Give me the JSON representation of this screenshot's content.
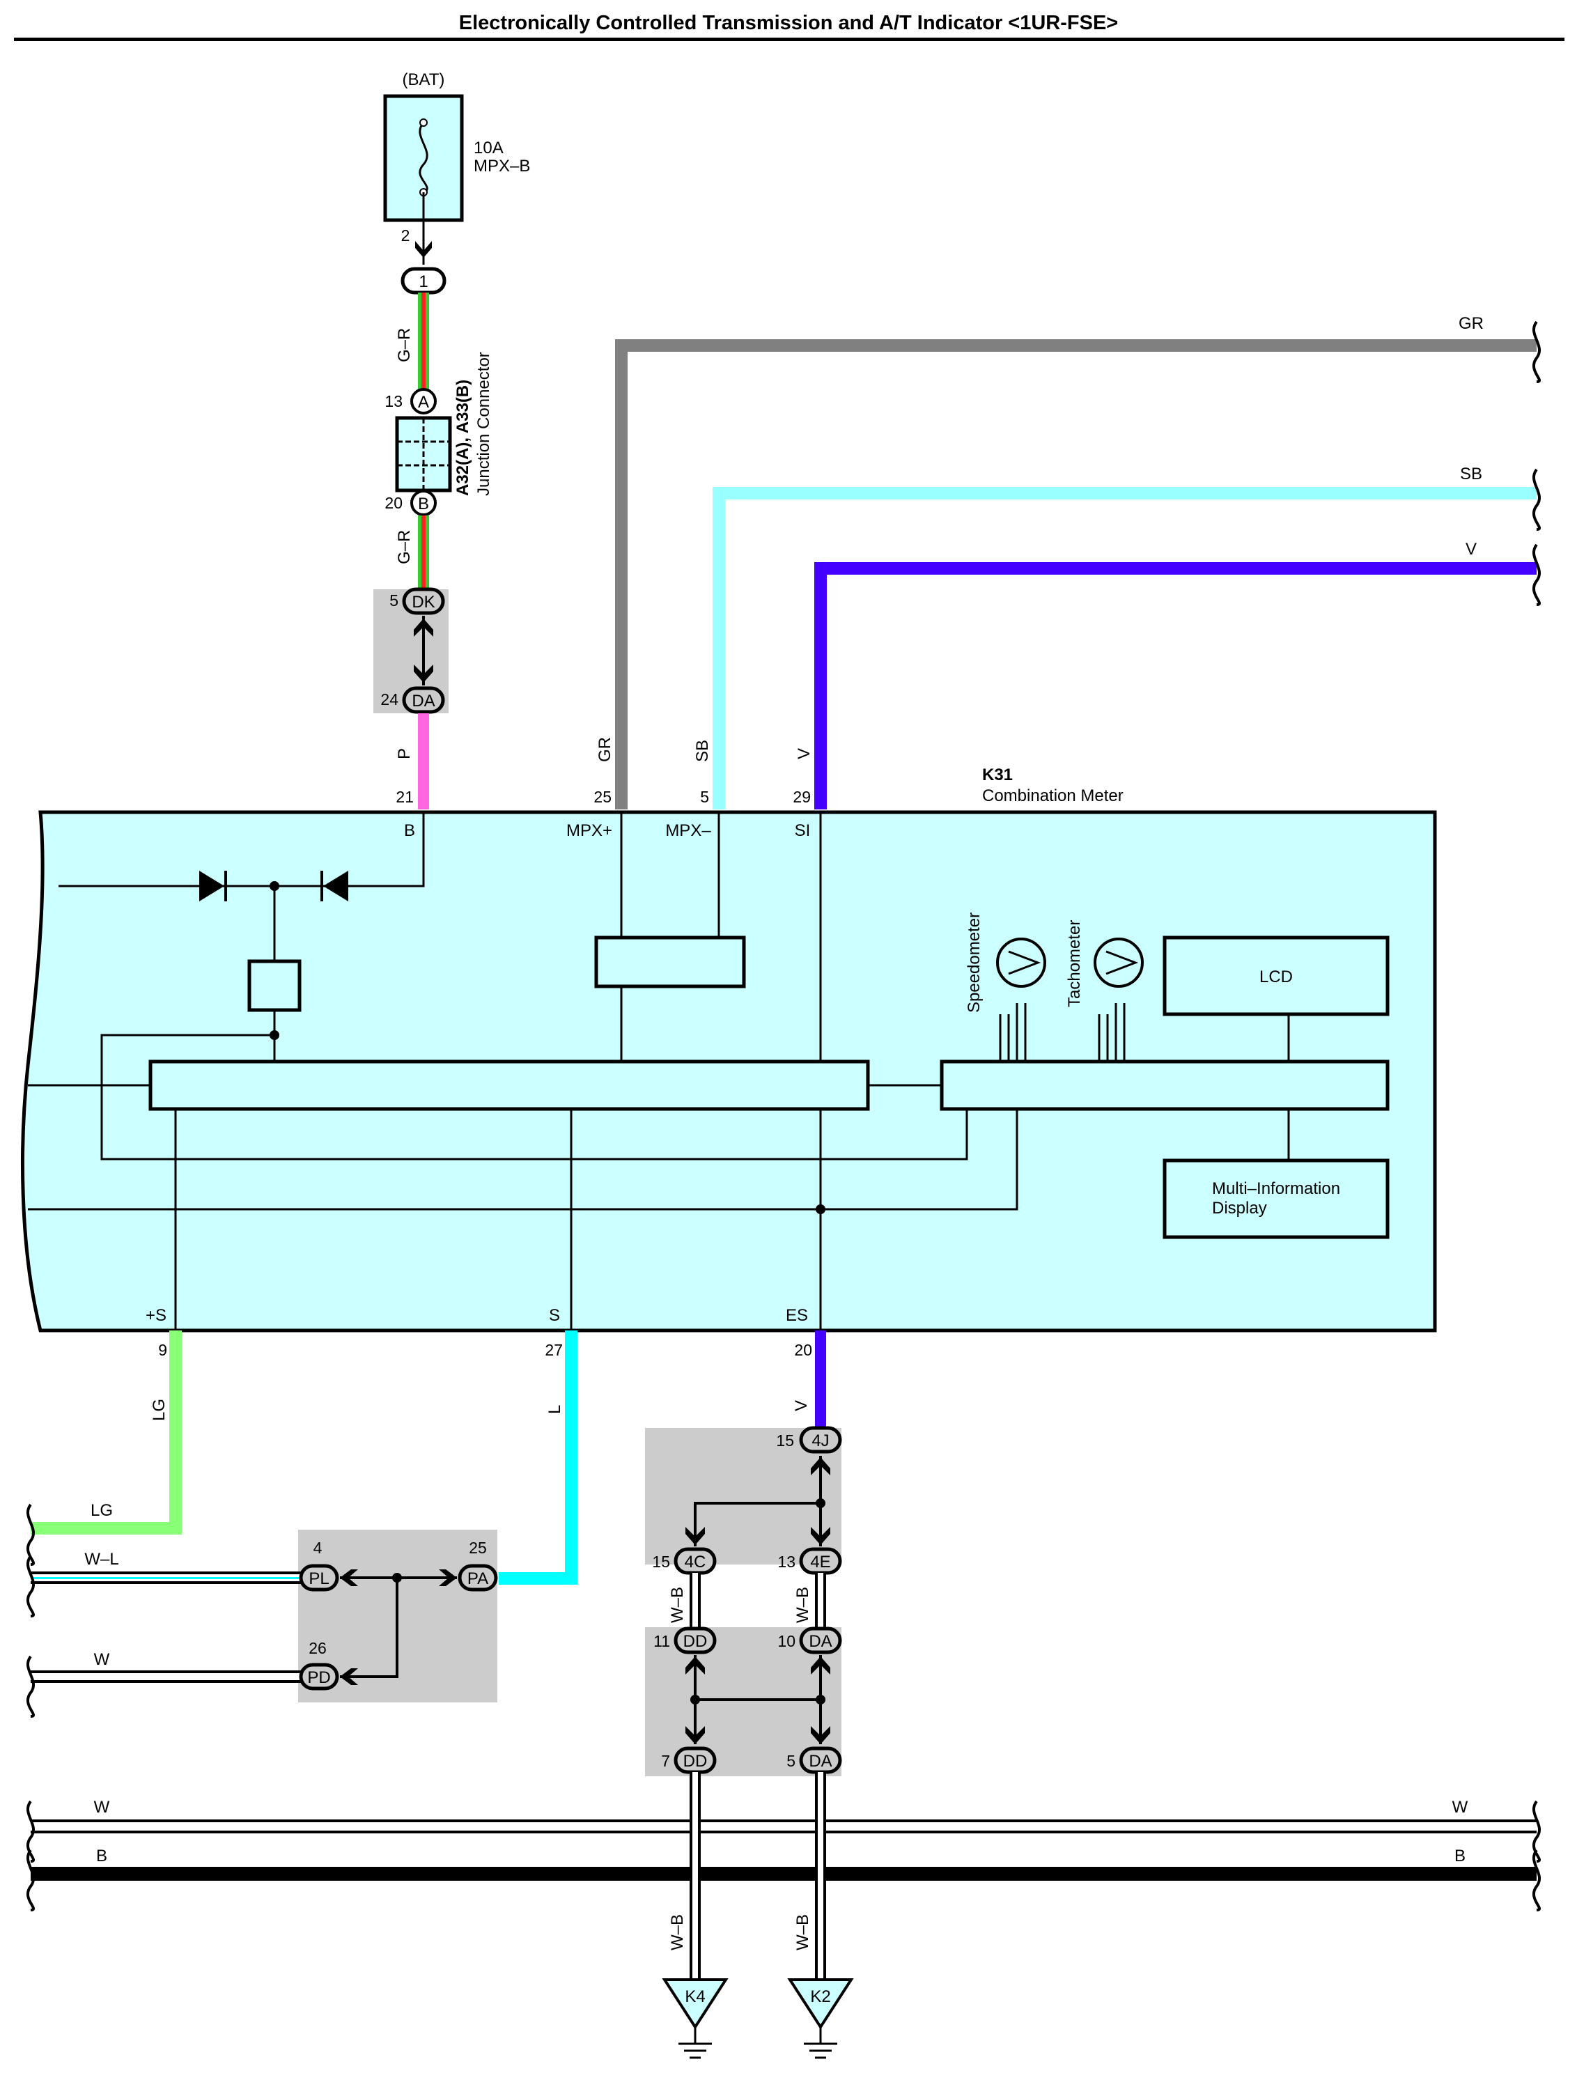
{
  "title": "Electronically Controlled Transmission and A/T Indicator <1UR-FSE>",
  "colors": {
    "G": "#33cc33",
    "R": "#ff2222",
    "GR": "#808080",
    "SB": "#99ffff",
    "V": "#4400ff",
    "P": "#ff66e0",
    "LG": "#88ff77",
    "L": "#00ffff",
    "W": "#ffffff",
    "B": "#000000",
    "component_fill": "#ccffff",
    "splice_box": "#cccccc"
  },
  "fuse": {
    "source": "(BAT)",
    "rating": "10A",
    "name": "MPX–B",
    "pin": "2"
  },
  "connector_1": {
    "label": "1"
  },
  "junction": {
    "title": "A32(A), A33(B)",
    "subtitle": "Junction Connector",
    "pin_a_num": "13",
    "pin_a_label": "A",
    "pin_b_num": "20",
    "pin_b_label": "B"
  },
  "wires": {
    "gr_upper": "G–R",
    "gr_lower": "G–R",
    "p": "P",
    "gr": "GR",
    "sb": "SB",
    "v": "V",
    "lg": "LG",
    "l": "L",
    "v_bottom": "V",
    "wb_1": "W–B",
    "wb_2": "W–B",
    "wb_3": "W–B",
    "wb_4": "W–B"
  },
  "right_edge": {
    "gr": "GR",
    "sb": "SB",
    "v": "V",
    "w": "W",
    "b": "B"
  },
  "left_edge": {
    "lg": "LG",
    "wl": "W–L",
    "w": "W",
    "w2": "W",
    "b": "B"
  },
  "dk_da": {
    "dk_num": "5",
    "dk_label": "DK",
    "da_num": "24",
    "da_label": "DA"
  },
  "meter": {
    "ref": "K31",
    "name": "Combination Meter",
    "top_pins": [
      {
        "num": "21",
        "label": "B"
      },
      {
        "num": "25",
        "label": "MPX+"
      },
      {
        "num": "5",
        "label": "MPX–"
      },
      {
        "num": "29",
        "label": "SI"
      }
    ],
    "bottom_pins": [
      {
        "num": "9",
        "label": "+S"
      },
      {
        "num": "27",
        "label": "S"
      },
      {
        "num": "20",
        "label": "ES"
      }
    ],
    "speedometer": "Speedometer",
    "tachometer": "Tachometer",
    "lcd": "LCD",
    "mid_line1": "Multi–Information",
    "mid_line2": "Display"
  },
  "splice_p": {
    "pl_num": "4",
    "pl_label": "PL",
    "pa_num": "25",
    "pa_label": "PA",
    "pd_num": "26",
    "pd_label": "PD"
  },
  "splice_4": {
    "j4_num": "15",
    "j4_label": "4J",
    "c4_num": "15",
    "c4_label": "4C",
    "e4_num": "13",
    "e4_label": "4E"
  },
  "splice_d": {
    "dd1_num": "11",
    "dd1_label": "DD",
    "da1_num": "10",
    "da1_label": "DA",
    "dd2_num": "7",
    "dd2_label": "DD",
    "da2_num": "5",
    "da2_label": "DA"
  },
  "grounds": {
    "k4": "K4",
    "k2": "K2"
  }
}
